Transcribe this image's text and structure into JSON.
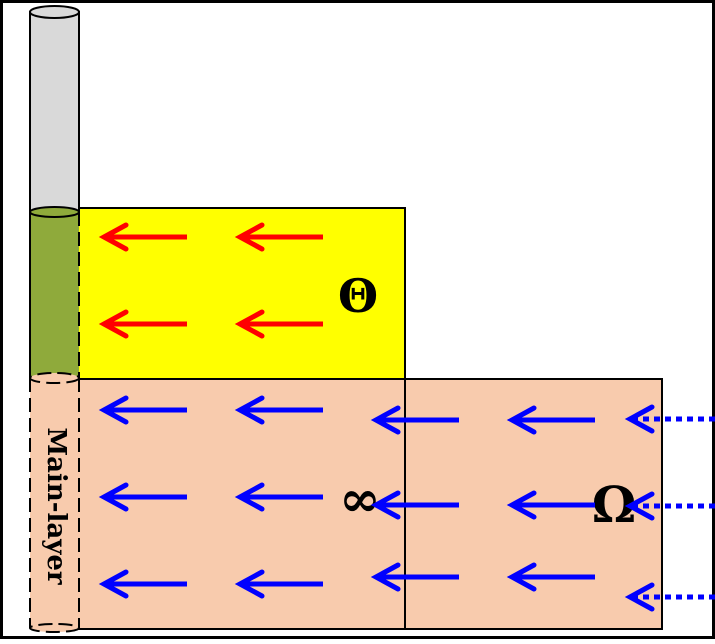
{
  "labels": {
    "theta": "Θ",
    "infinity": "∞",
    "omega": "Ω",
    "main_layer": "Main-layer"
  },
  "colors": {
    "yellow_region": "#ffff00",
    "salmon_region": "#f8cbad",
    "tube_gray": "#d9d9d9",
    "tube_green": "#8faa3b",
    "tube_salmon": "#f8cbad",
    "red_arrow": "#ff0000",
    "blue_arrow": "#0000ff",
    "outline": "#000000"
  },
  "arrows": {
    "yellow_region_rows": 2,
    "yellow_region_per_row": 2,
    "salmon_region_rows": 3,
    "salmon_region_per_row": 4,
    "dotted_inflow_rows": 3
  }
}
